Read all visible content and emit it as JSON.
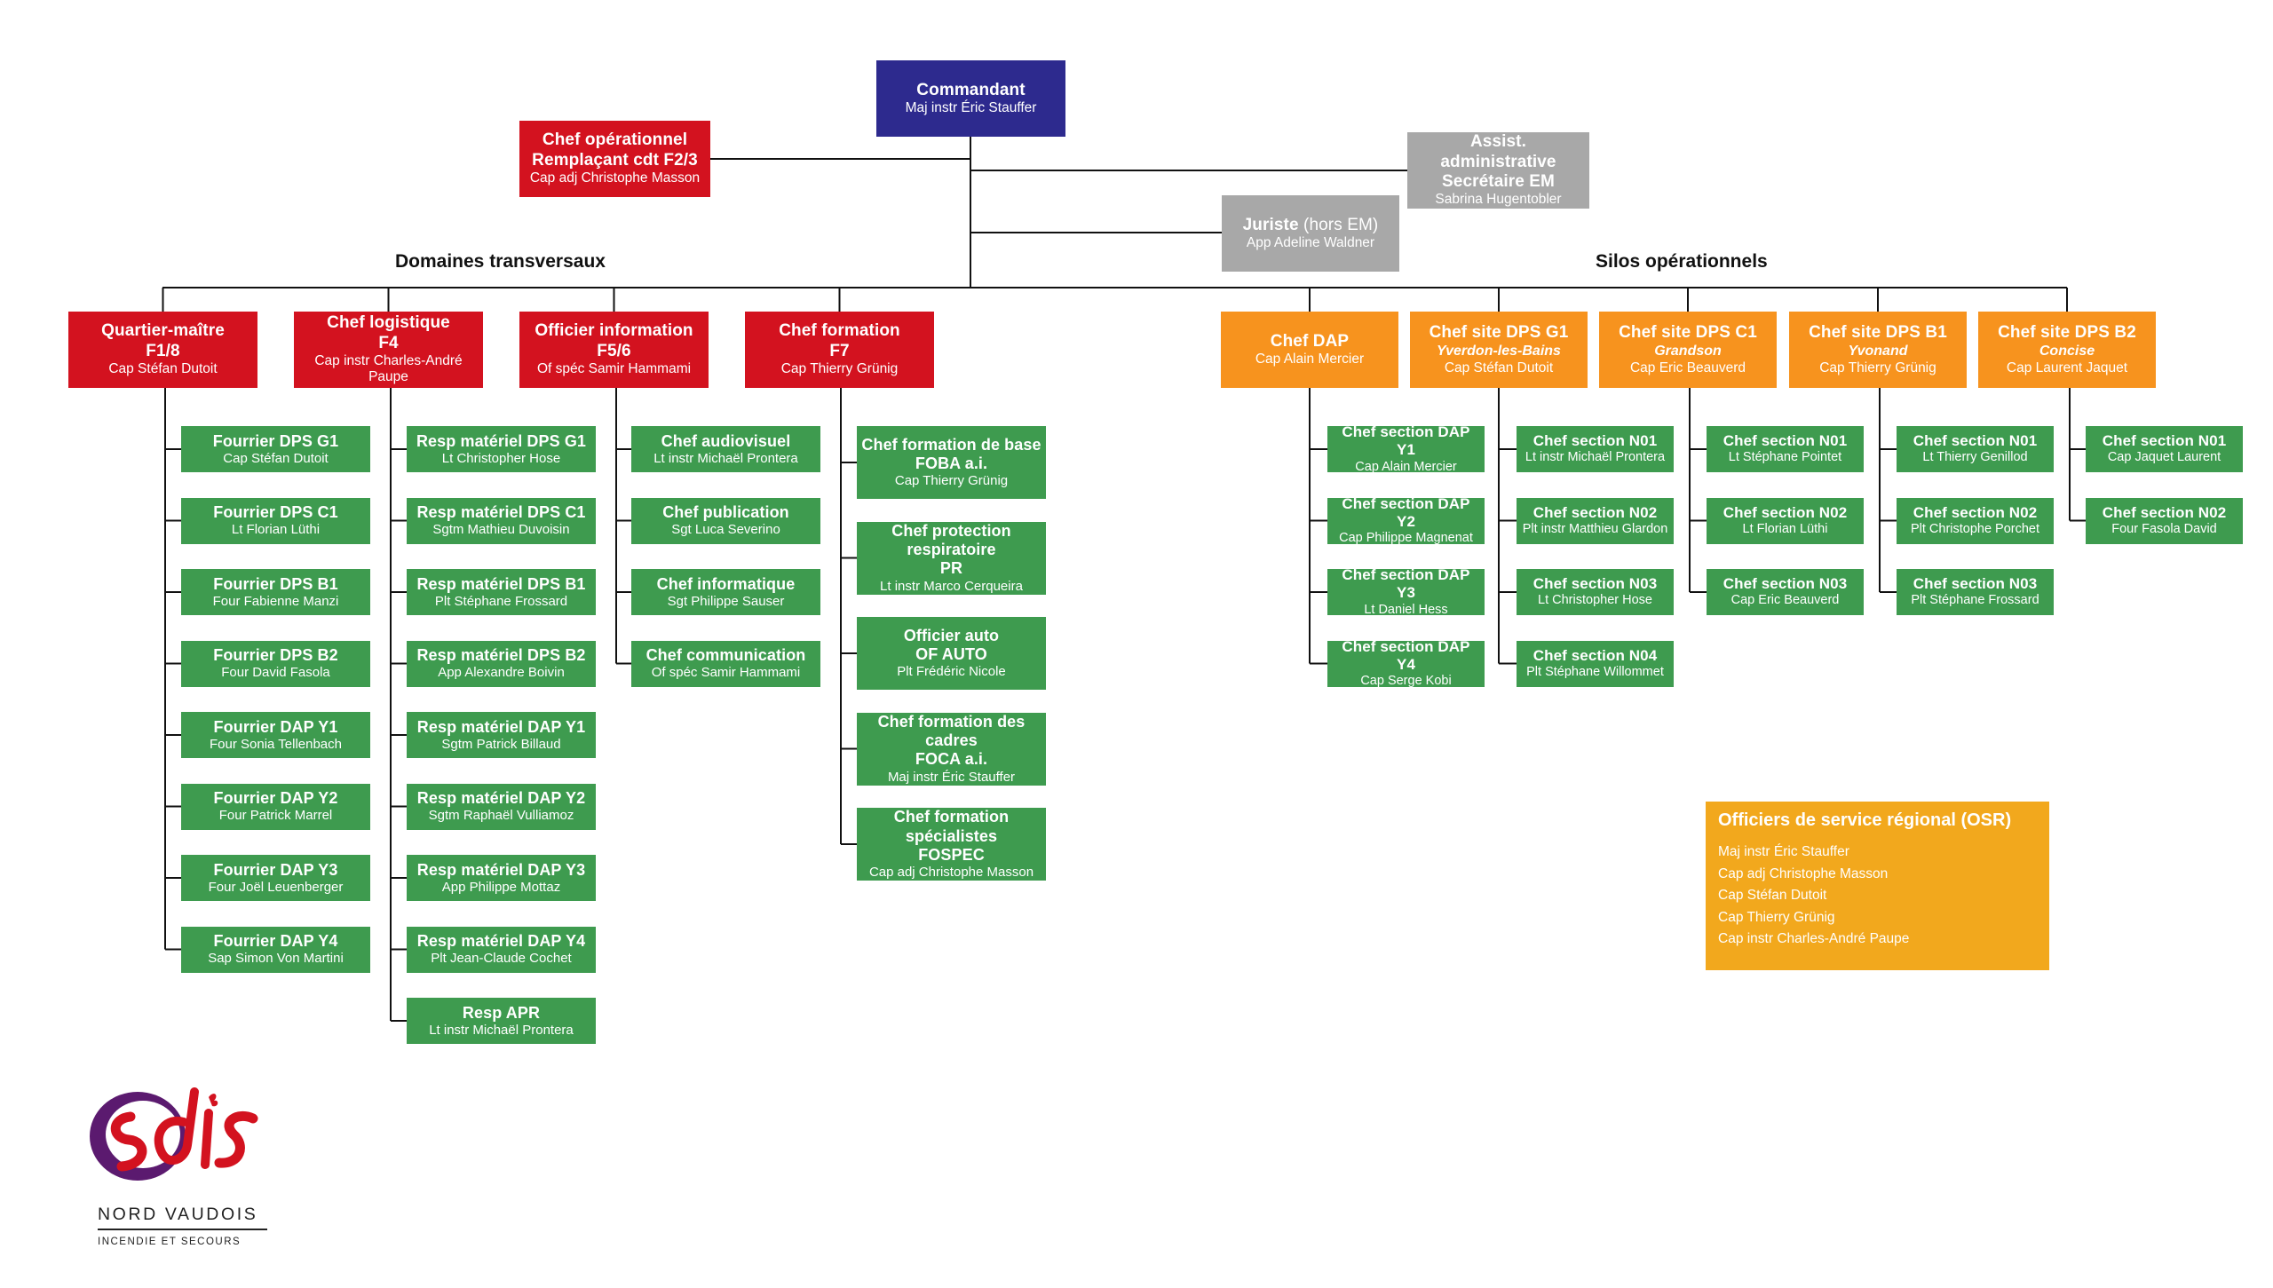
{
  "colors": {
    "command": "#2d2a8e",
    "transversal": "#d3121f",
    "staff": "#a8a8a8",
    "operational": "#f7931e",
    "unit": "#3e9b4f",
    "osr": "#f2a81d"
  },
  "top": {
    "commandant": {
      "title": "Commandant",
      "name": "Maj instr Éric Stauffer"
    },
    "chef_op": {
      "title1": "Chef opérationnel",
      "title2": "Remplaçant cdt F2/3",
      "name": "Cap adj Christophe Masson"
    },
    "assist": {
      "title1": "Assist. administrative",
      "title2": "Secrétaire EM",
      "name": "Sabrina Hugentobler"
    },
    "juriste": {
      "title": "Juriste",
      "title_suffix": " (hors EM)",
      "name": "App Adeline Waldner"
    }
  },
  "labels": {
    "domaines": "Domaines transversaux",
    "silos": "Silos opérationnels"
  },
  "columns": [
    {
      "head": {
        "title1": "Quartier-maître",
        "title2": "F1/8",
        "name": "Cap Stéfan Dutoit"
      },
      "items": [
        {
          "title": "Fourrier DPS G1",
          "name": "Cap Stéfan Dutoit"
        },
        {
          "title": "Fourrier DPS C1",
          "name": "Lt Florian Lüthi"
        },
        {
          "title": "Fourrier DPS B1",
          "name": "Four Fabienne Manzi"
        },
        {
          "title": "Fourrier DPS B2",
          "name": "Four David Fasola"
        },
        {
          "title": "Fourrier DAP Y1",
          "name": "Four Sonia Tellenbach"
        },
        {
          "title": "Fourrier DAP Y2",
          "name": "Four Patrick Marrel"
        },
        {
          "title": "Fourrier DAP Y3",
          "name": "Four Joël Leuenberger"
        },
        {
          "title": "Fourrier DAP Y4",
          "name": "Sap Simon Von Martini"
        }
      ]
    },
    {
      "head": {
        "title1": "Chef logistique",
        "title2": "F4",
        "name": "Cap instr Charles-André Paupe"
      },
      "items": [
        {
          "title": "Resp matériel DPS G1",
          "name": "Lt Christopher Hose"
        },
        {
          "title": "Resp matériel DPS C1",
          "name": "Sgtm Mathieu Duvoisin"
        },
        {
          "title": "Resp matériel DPS B1",
          "name": "Plt Stéphane Frossard"
        },
        {
          "title": "Resp matériel DPS B2",
          "name": "App Alexandre Boivin"
        },
        {
          "title": "Resp matériel DAP Y1",
          "name": "Sgtm Patrick Billaud"
        },
        {
          "title": "Resp matériel DAP Y2",
          "name": "Sgtm Raphaël Vulliamoz"
        },
        {
          "title": "Resp matériel DAP Y3",
          "name": "App Philippe Mottaz"
        },
        {
          "title": "Resp matériel DAP Y4",
          "name": "Plt Jean-Claude Cochet"
        },
        {
          "title": "Resp APR",
          "name": "Lt instr Michaël Prontera"
        }
      ]
    },
    {
      "head": {
        "title1": "Officier information",
        "title2": "F5/6",
        "name": "Of spéc Samir Hammami"
      },
      "items": [
        {
          "title": "Chef audiovisuel",
          "name": "Lt instr Michaël Prontera"
        },
        {
          "title": "Chef publication",
          "name": "Sgt Luca Severino"
        },
        {
          "title": "Chef informatique",
          "name": "Sgt Philippe Sauser"
        },
        {
          "title": "Chef communication",
          "name": "Of spéc Samir Hammami"
        }
      ]
    },
    {
      "head": {
        "title1": "Chef formation",
        "title2": "F7",
        "name": "Cap Thierry Grünig"
      },
      "items": [
        {
          "title": "Chef formation de base",
          "title2": "FOBA a.i.",
          "name": "Cap Thierry Grünig"
        },
        {
          "title": "Chef protection respiratoire",
          "title2": "PR",
          "name": "Lt instr Marco Cerqueira"
        },
        {
          "title": "Officier auto",
          "title2": "OF AUTO",
          "name": "Plt Frédéric Nicole"
        },
        {
          "title": "Chef formation des cadres",
          "title2": "FOCA a.i.",
          "name": "Maj instr Éric Stauffer"
        },
        {
          "title": "Chef formation spécialistes",
          "title2": "FOSPEC",
          "name": "Cap adj Christophe Masson"
        }
      ]
    },
    {
      "head": {
        "title1": "Chef DAP",
        "name": "Cap Alain Mercier"
      },
      "items": [
        {
          "title": "Chef section DAP Y1",
          "name": "Cap Alain Mercier"
        },
        {
          "title": "Chef section DAP Y2",
          "name": "Cap Philippe Magnenat"
        },
        {
          "title": "Chef section DAP Y3",
          "name": "Lt Daniel Hess"
        },
        {
          "title": "Chef section DAP Y4",
          "name": "Cap Serge Kobi"
        }
      ]
    },
    {
      "head": {
        "title1": "Chef site DPS G1",
        "place": "Yverdon-les-Bains",
        "name": "Cap Stéfan Dutoit"
      },
      "items": [
        {
          "title": "Chef section N01",
          "name": "Lt instr Michaël Prontera"
        },
        {
          "title": "Chef section N02",
          "name": "Plt instr Matthieu Glardon"
        },
        {
          "title": "Chef section N03",
          "name": "Lt Christopher Hose"
        },
        {
          "title": "Chef section N04",
          "name": "Plt Stéphane Willommet"
        }
      ]
    },
    {
      "head": {
        "title1": "Chef site DPS C1",
        "place": "Grandson",
        "name": "Cap Eric Beauverd"
      },
      "items": [
        {
          "title": "Chef section N01",
          "name": "Lt Stéphane Pointet"
        },
        {
          "title": "Chef section N02",
          "name": "Lt Florian Lüthi"
        },
        {
          "title": "Chef section N03",
          "name": "Cap Eric Beauverd"
        }
      ]
    },
    {
      "head": {
        "title1": "Chef site DPS B1",
        "place": "Yvonand",
        "name": "Cap Thierry Grünig"
      },
      "items": [
        {
          "title": "Chef section N01",
          "name": "Lt Thierry Genillod"
        },
        {
          "title": "Chef section N02",
          "name": "Plt Christophe Porchet"
        },
        {
          "title": "Chef section N03",
          "name": "Plt Stéphane Frossard"
        }
      ]
    },
    {
      "head": {
        "title1": "Chef site DPS B2",
        "place": "Concise",
        "name": "Cap Laurent Jaquet"
      },
      "items": [
        {
          "title": "Chef section N01",
          "name": "Cap Jaquet Laurent"
        },
        {
          "title": "Chef section N02",
          "name": "Four Fasola David"
        }
      ]
    }
  ],
  "osr": {
    "title": "Officiers de service régional (OSR)",
    "members": [
      "Maj instr Éric Stauffer",
      "Cap adj Christophe Masson",
      "Cap Stéfan Dutoit",
      "Cap Thierry Grünig",
      "Cap instr Charles-André Paupe"
    ]
  },
  "logo": {
    "mark": "sdis",
    "org": "NORD VAUDOIS",
    "tagline": "INCENDIE ET SECOURS"
  }
}
